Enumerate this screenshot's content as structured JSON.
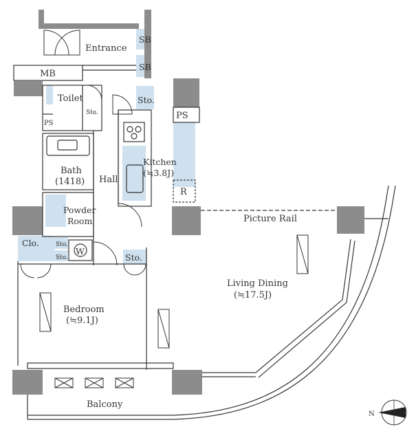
{
  "rooms": {
    "entrance": "Entrance",
    "mb": "MB",
    "sb1": "SB",
    "sb2": "SB",
    "toilet": "Toilet",
    "sto_toilet": "Sto.",
    "ps_toilet": "PS",
    "sto_kitchen": "Sto.",
    "ps_kitchen": "PS",
    "kitchen": "Kitchen",
    "kitchen_area": "(≒3.8J)",
    "refrigerator": "R",
    "bath": "Bath",
    "bath_size": "(1418)",
    "hall": "Hall",
    "powder_1": "Powder",
    "powder_2": "Room",
    "washer": "W",
    "clo": "Clo.",
    "sto_small_1": "Sto.",
    "sto_small_2": "Sto.",
    "sto_bedroom": "Sto.",
    "picture_rail": "Picture Rail",
    "living": "Living Dining",
    "living_area": "(≒17.5J)",
    "bedroom": "Bedroom",
    "bedroom_area": "(≒9.1J)",
    "balcony": "Balcony",
    "north": "N"
  },
  "colors": {
    "wall": "#8c8c8c",
    "line": "#333333",
    "storage": "#cfe0ee"
  }
}
